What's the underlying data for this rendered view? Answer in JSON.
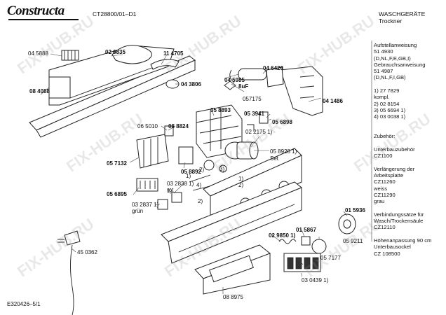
{
  "header": {
    "brand": "Constructa",
    "model": "CT28800/01–D1",
    "category": "WASCHGERÄTE",
    "subcategory": "Trockner"
  },
  "watermark": "FIX-HUB.RU",
  "part_labels": [
    {
      "text": "04 5888",
      "bold": false
    },
    {
      "text": "02 6835",
      "bold": true
    },
    {
      "text": "11 4705",
      "bold": true
    },
    {
      "text": "08 4088",
      "bold": true
    },
    {
      "text": "04 3806",
      "bold": true
    },
    {
      "text": "04 5985",
      "bold": true
    },
    {
      "text": "8uF",
      "bold": true
    },
    {
      "text": "04 6420",
      "bold": true
    },
    {
      "text": "057175",
      "bold": false
    },
    {
      "text": "04 1486",
      "bold": true
    },
    {
      "text": "05 8893",
      "bold": true
    },
    {
      "text": "05 3941",
      "bold": true
    },
    {
      "text": "05 6898",
      "bold": true
    },
    {
      "text": "06 5010",
      "bold": false
    },
    {
      "text": "08 8824",
      "bold": true
    },
    {
      "text": "02 2175 1)",
      "bold": false
    },
    {
      "text": "05 8928 1)",
      "bold": false
    },
    {
      "text": "Set",
      "bold": false
    },
    {
      "text": "05 7132",
      "bold": true
    },
    {
      "text": "05 8892",
      "bold": true
    },
    {
      "text": "1)",
      "bold": false
    },
    {
      "text": "2)",
      "bold": false
    },
    {
      "text": "3)",
      "bold": false
    },
    {
      "text": "4)",
      "bold": false
    },
    {
      "text": "2)",
      "bold": false
    },
    {
      "text": "1)",
      "bold": false
    },
    {
      "text": "1)",
      "bold": false
    },
    {
      "text": "2)",
      "bold": false
    },
    {
      "text": "03 2838 1)",
      "bold": false
    },
    {
      "text": "rot",
      "bold": false
    },
    {
      "text": "05 6895",
      "bold": true
    },
    {
      "text": "03 2837 1)",
      "bold": false
    },
    {
      "text": "grün",
      "bold": false
    },
    {
      "text": "01 5936",
      "bold": true
    },
    {
      "text": "02 9850 1)",
      "bold": true
    },
    {
      "text": "01 5867",
      "bold": true
    },
    {
      "text": "05 9211",
      "bold": false
    },
    {
      "text": "45 0362",
      "bold": false
    },
    {
      "text": "05 7177",
      "bold": false
    },
    {
      "text": "08 8975",
      "bold": false
    },
    {
      "text": "03 0439 1)",
      "bold": false
    }
  ],
  "side_panel": [
    "Aufstellanweisung",
    "51 4930",
    "(D,NL,F,E,GB,I)",
    "Gebrauchsanweisung",
    "51 4987",
    "(D,NL,F,I,GB)",
    "",
    "1)  27 7829",
    "      kompl.",
    "2)  02 8154",
    "3)  05 6694 1)",
    "4)  03 0038 1)",
    "",
    "",
    "Zubehör:",
    "",
    "Unterbauzubehör",
    "CZ1100",
    "",
    "Verlängerung der",
    "Arbeitsplatte",
    "CZ11260",
    "weiss",
    "CZ11290",
    "grau",
    "",
    "Verbindungssätze für",
    "Wasch/Trockensäule",
    "CZ12110",
    "",
    "Höhenanpassung 90 cm",
    "Unterbausockel",
    "CZ 108500"
  ],
  "footer": "E320426–5/1"
}
